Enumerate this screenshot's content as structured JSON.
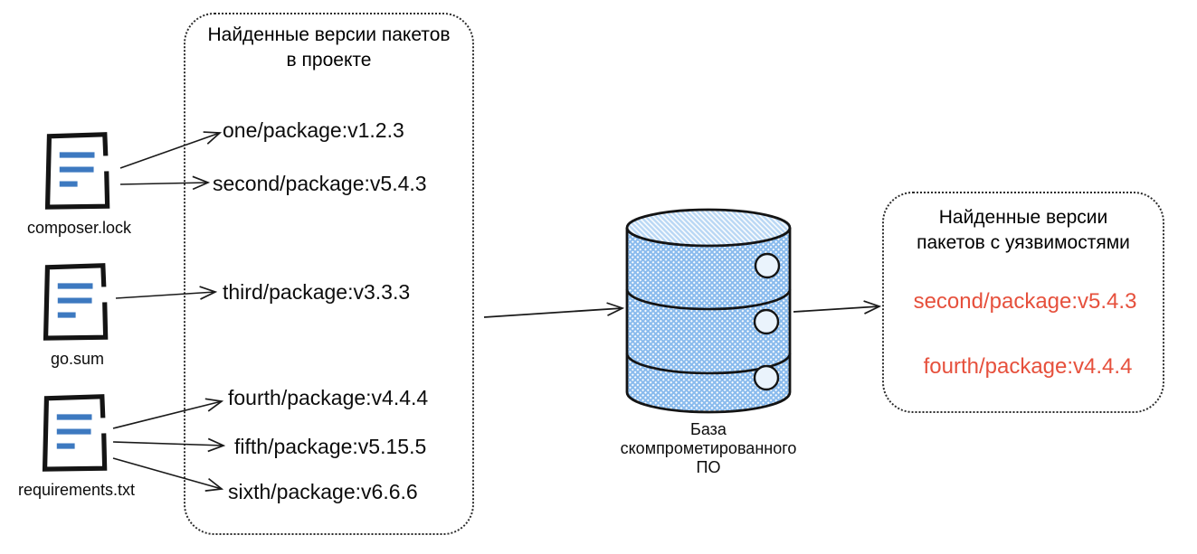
{
  "left_box": {
    "title_line1": "Найденные версии пакетов",
    "title_line2": "в проекте",
    "packages": [
      "one/package:v1.2.3",
      "second/package:v5.4.3",
      "third/package:v3.3.3",
      "fourth/package:v4.4.4",
      "fifth/package:v5.15.5",
      "sixth/package:v6.6.6"
    ]
  },
  "files": [
    {
      "label": "composer.lock"
    },
    {
      "label": "go.sum"
    },
    {
      "label": "requirements.txt"
    }
  ],
  "database": {
    "label_line1": "База",
    "label_line2": "скомпрометированного",
    "label_line3": "ПО"
  },
  "right_box": {
    "title_line1": "Найденные версии",
    "title_line2": "пакетов с уязвимостями",
    "vulnerable_packages": [
      "second/package:v5.4.3",
      "fourth/package:v4.4.4"
    ]
  },
  "icons": {
    "file_icon": "document-icon",
    "database_icon": "database-cylinder-icon"
  },
  "colors": {
    "vulnerable_text": "#e6503c",
    "doc_lines": "#3d79c0",
    "db_hatch": "#8abbed",
    "db_hatch_light": "#b9d7f4",
    "outline": "#141414"
  }
}
